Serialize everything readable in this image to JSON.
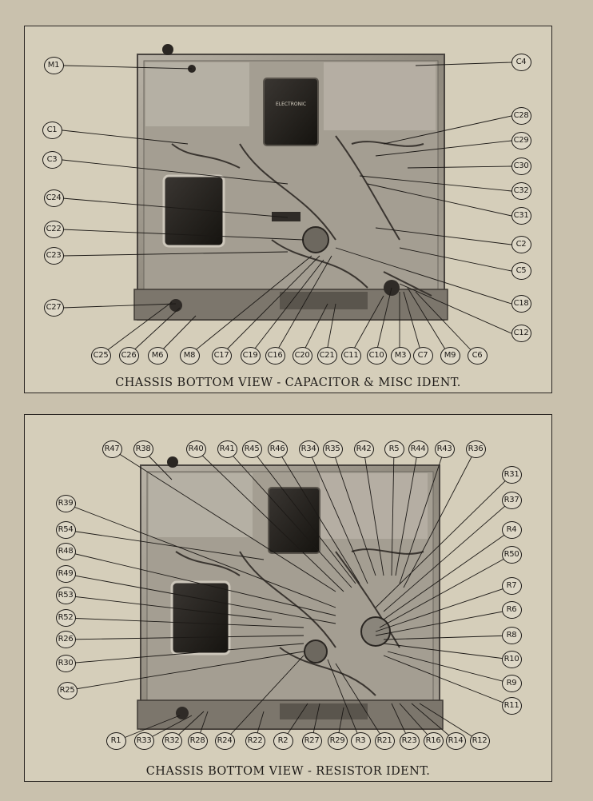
{
  "top_panel": {
    "title": "CHASSIS BOTTOM VIEW - CAPACITOR & MISC IDENT.",
    "transformer_label": "ELECTRONIC",
    "labels": [
      "M1",
      "C4",
      "C1",
      "C28",
      "C29",
      "C3",
      "C30",
      "C32",
      "C24",
      "C31",
      "C22",
      "C2",
      "C23",
      "C5",
      "C27",
      "C18",
      "C12",
      "C25",
      "C26",
      "M6",
      "M8",
      "C17",
      "C19",
      "C16",
      "C20",
      "C21",
      "C11",
      "C10",
      "M3",
      "C7",
      "M9",
      "C6"
    ]
  },
  "bottom_panel": {
    "title": "CHASSIS BOTTOM VIEW - RESISTOR IDENT.",
    "labels": [
      "R47",
      "R38",
      "R40",
      "R41",
      "R45",
      "R46",
      "R34",
      "R35",
      "R42",
      "R5",
      "R44",
      "R43",
      "R36",
      "R31",
      "R39",
      "R37",
      "R54",
      "R4",
      "R48",
      "R50",
      "R49",
      "R7",
      "R53",
      "R6",
      "R52",
      "R8",
      "R26",
      "R10",
      "R30",
      "R9",
      "R25",
      "R11",
      "R1",
      "R33",
      "R32",
      "R28",
      "R24",
      "R22",
      "R2",
      "R27",
      "R29",
      "R3",
      "R21",
      "R23",
      "R16",
      "R14",
      "R12"
    ]
  },
  "colors": {
    "paper": "#c9c1ad",
    "ink": "#1c1916",
    "chassis": "#9a948a"
  }
}
